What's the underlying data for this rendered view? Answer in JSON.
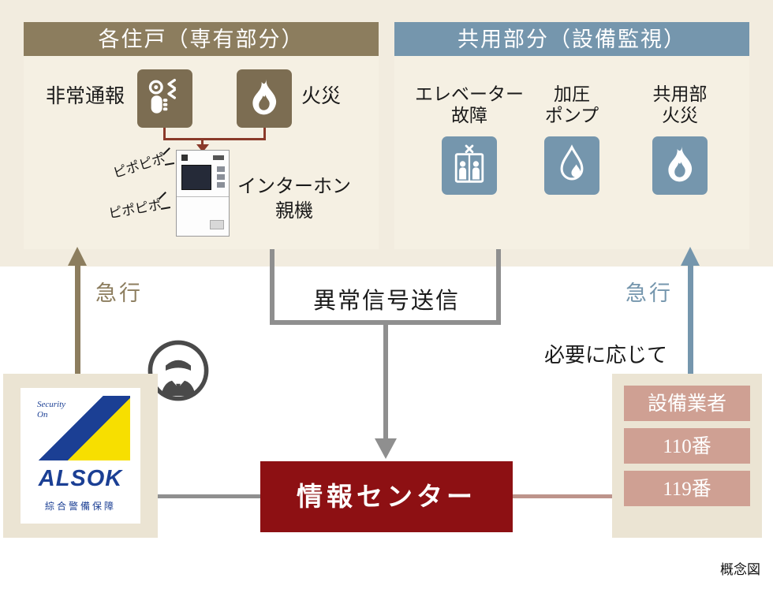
{
  "colors": {
    "band": "#f2ecdf",
    "panel": "#f5f0e3",
    "olive": "#8c7d5e",
    "icon_brown": "#7c6d52",
    "blue": "#7596ad",
    "red_line": "#8a3a2a",
    "gray": "#8f8f8f",
    "dark_red": "#8d1013",
    "salmon": "#cfa093",
    "beige_box": "#ebe4d3",
    "navy": "#1b3f94",
    "yellow": "#f7df00",
    "connector_right": "#bd948b"
  },
  "left_panel": {
    "title": "各住戸（専有部分）",
    "emergency_label": "非常通報",
    "fire_label": "火災",
    "beep1": "ピポピポ",
    "beep2": "ピポピポ",
    "intercom_line1": "インターホン",
    "intercom_line2": "親機"
  },
  "right_panel": {
    "title": "共用部分（設備監視）",
    "items": [
      {
        "line1": "エレベーター",
        "line2": "故障"
      },
      {
        "line1": "加圧",
        "line2": "ポンプ"
      },
      {
        "line1": "共用部",
        "line2": "火災"
      }
    ]
  },
  "flow": {
    "signal": "異常信号送信",
    "rush_left": "急行",
    "rush_right": "急行",
    "as_needed": "必要に応じて"
  },
  "alsok": {
    "security_line1": "Security",
    "security_line2": "On",
    "brand": "ALSOK",
    "company": "綜合警備保障"
  },
  "center_box": {
    "label": "情報センター"
  },
  "contractors": [
    "設備業者",
    "110番",
    "119番"
  ],
  "note": "概念図"
}
